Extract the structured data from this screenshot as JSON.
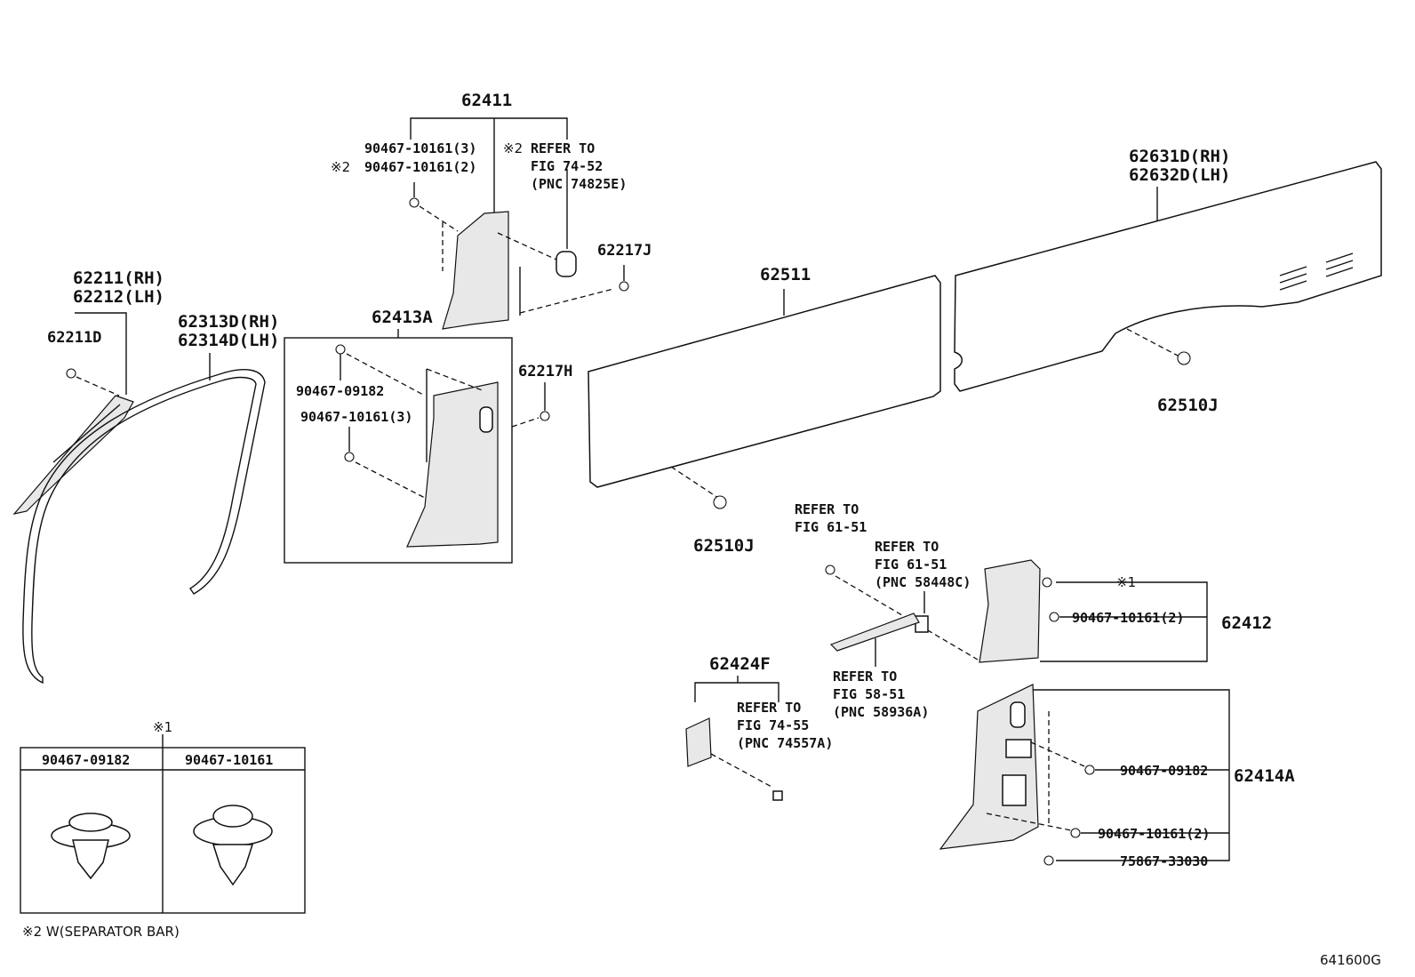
{
  "labels": {
    "p62411": "62411",
    "p90467_10161_3_top": "90467-10161(3)",
    "p90467_10161_2_top": "90467-10161(2)",
    "mark2_top": "※2",
    "mark2_refer": "※2",
    "refer_74_52_a": "REFER TO",
    "refer_74_52_b": "FIG 74-52",
    "refer_74_52_c": "(PNC 74825E)",
    "p62217J": "62217J",
    "p62631D": "62631D(RH)",
    "p62632D": "62632D(LH)",
    "p62511": "62511",
    "p62211": "62211(RH)",
    "p62212": "62212(LH)",
    "p62211D": "62211D",
    "p62313D": "62313D(RH)",
    "p62314D": "62314D(LH)",
    "p62413A": "62413A",
    "p90467_09182_mid": "90467-09182",
    "p90467_10161_3_mid": "90467-10161(3)",
    "p62217H": "62217H",
    "p62510J_right": "62510J",
    "p62510J_bottom": "62510J",
    "refer_61_51_a": "REFER TO",
    "refer_61_51_b": "FIG 61-51",
    "refer_61_51_pnc_a": "REFER TO",
    "refer_61_51_pnc_b": "FIG 61-51",
    "refer_61_51_pnc_c": "(PNC 58448C)",
    "mark1_right": "※1",
    "p90467_10161_2_right": "90467-10161(2)",
    "p62412": "62412",
    "p62424F": "62424F",
    "refer_74_55_a": "REFER TO",
    "refer_74_55_b": "FIG 74-55",
    "refer_74_55_c": "(PNC 74557A)",
    "refer_58_51_a": "REFER TO",
    "refer_58_51_b": "FIG 58-51",
    "refer_58_51_c": "(PNC 58936A)",
    "p90467_09182_right": "90467-09182",
    "p62414A": "62414A",
    "p90467_10161_2_lower": "90467-10161(2)",
    "p75867_33030": "75867-33030",
    "mark1_table": "※1",
    "table_col1": "90467-09182",
    "table_col2": "90467-10161",
    "footnote": "※2 W(SEPARATOR BAR)",
    "figure_id": "641600G"
  }
}
